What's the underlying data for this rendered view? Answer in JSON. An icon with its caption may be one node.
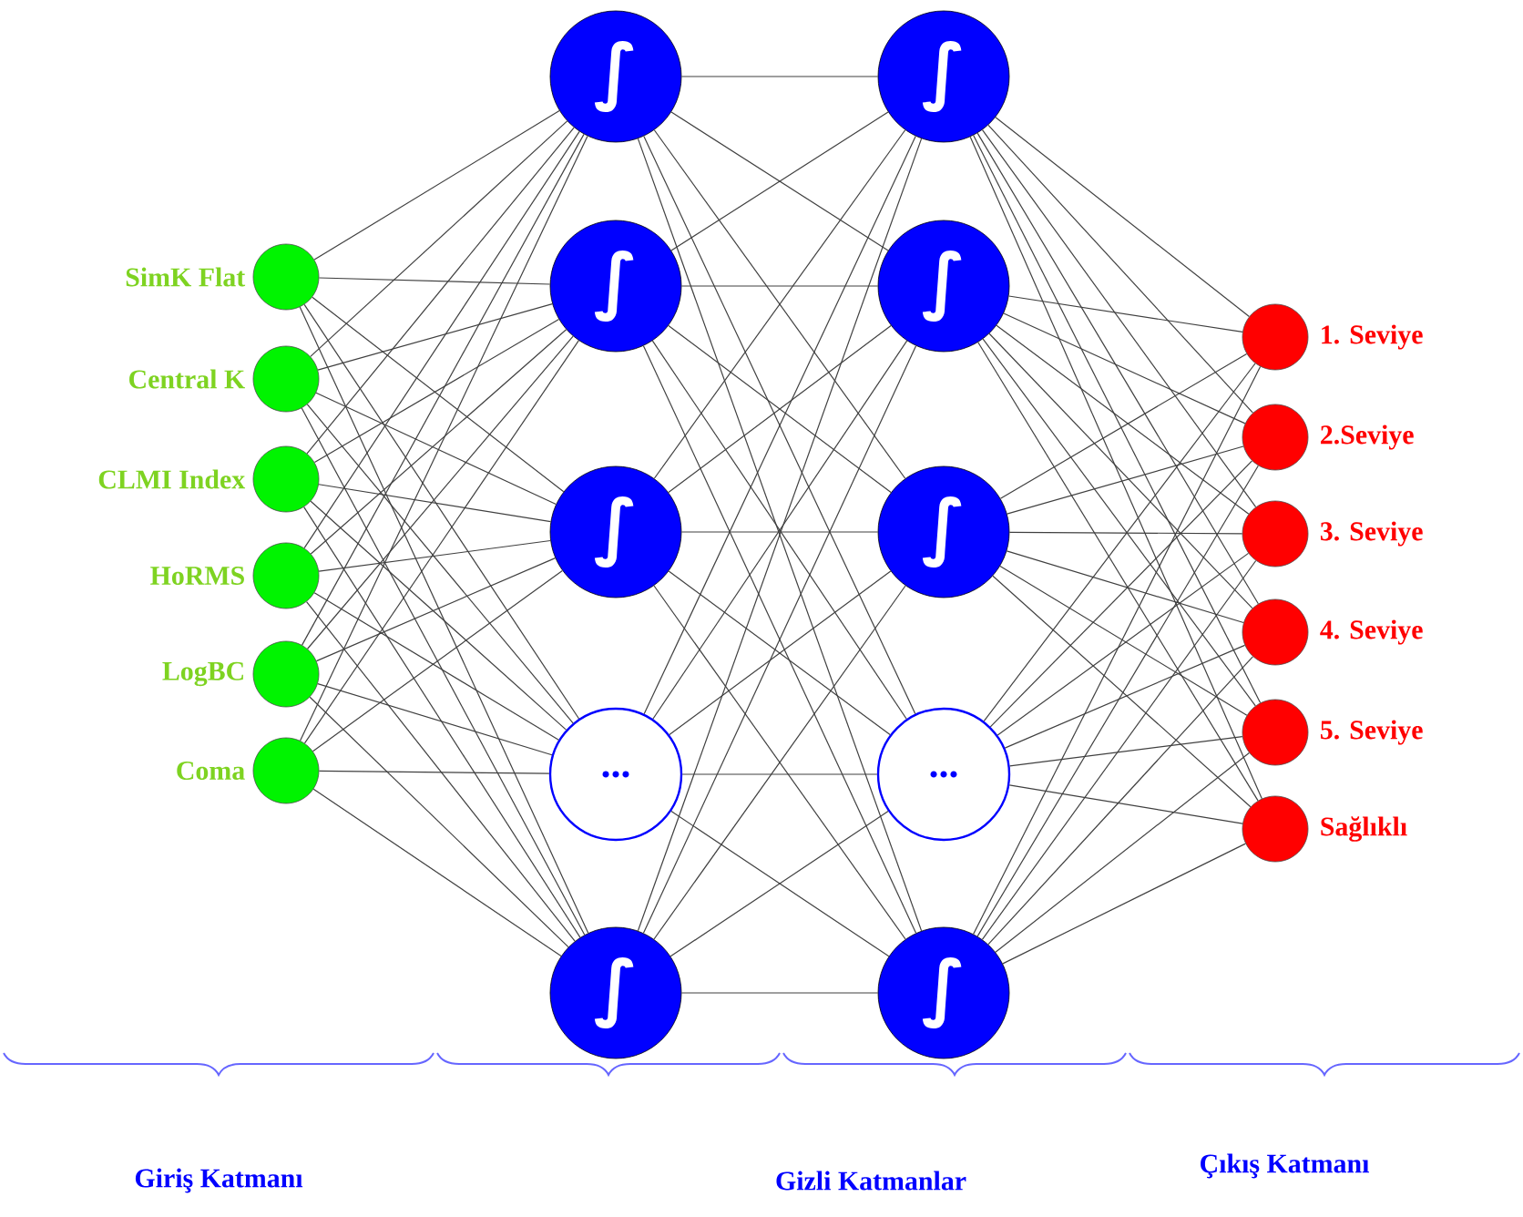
{
  "diagram": {
    "nodes": [
      {
        "text": [],
        "shape": "circle",
        "beside": [
          "SimK Flat"
        ]
      },
      {
        "text": [],
        "shape": "circle",
        "beside": [
          "Central K"
        ]
      },
      {
        "text": [],
        "shape": "circle",
        "beside": [
          "CLMI Index"
        ]
      },
      {
        "text": [],
        "shape": "circle",
        "beside": [
          "HoRMS"
        ]
      },
      {
        "text": [],
        "shape": "circle",
        "beside": [
          "LogBC"
        ]
      },
      {
        "text": [],
        "shape": "circle",
        "beside": [
          "Coma"
        ]
      },
      {
        "text": [
          "∫"
        ]
      },
      {
        "text": [
          "∫"
        ]
      },
      {
        "text": [
          "∫"
        ]
      },
      {
        "text": [
          "..."
        ]
      },
      {
        "text": [
          "∫"
        ]
      },
      {
        "text": [
          "∫"
        ]
      },
      {
        "text": [
          "∫"
        ]
      },
      {
        "text": [
          "∫"
        ]
      },
      {
        "text": [
          "..."
        ]
      },
      {
        "text": [
          "∫"
        ]
      },
      {
        "text": [],
        "shape": "circle",
        "beside": [
          "1. Seviye"
        ]
      },
      {
        "text": [],
        "shape": "circle",
        "beside": [
          "2.Seviye"
        ]
      },
      {
        "text": [],
        "shape": "circle",
        "beside": [
          "3. Seviye"
        ]
      },
      {
        "text": [],
        "shape": "circle",
        "beside": [
          "4. Seviye"
        ]
      },
      {
        "text": [],
        "shape": "circle",
        "beside": [
          "5. Seviye"
        ]
      },
      {
        "text": [],
        "shape": "circle",
        "beside": [
          "Sağlıklı"
        ]
      }
    ],
    "edges": [
      {
        "from": 0,
        "to": 6,
        "arrow": "none"
      },
      {
        "from": 0,
        "to": 7,
        "arrow": "none"
      },
      {
        "from": 0,
        "to": 8,
        "arrow": "none"
      },
      {
        "from": 0,
        "to": 9,
        "arrow": "none"
      },
      {
        "from": 0,
        "to": 10,
        "arrow": "none"
      },
      {
        "from": 1,
        "to": 6,
        "arrow": "none"
      },
      {
        "from": 1,
        "to": 7,
        "arrow": "none"
      },
      {
        "from": 1,
        "to": 8,
        "arrow": "none"
      },
      {
        "from": 1,
        "to": 9,
        "arrow": "none"
      },
      {
        "from": 1,
        "to": 10,
        "arrow": "none"
      },
      {
        "from": 2,
        "to": 6,
        "arrow": "none"
      },
      {
        "from": 2,
        "to": 7,
        "arrow": "none"
      },
      {
        "from": 2,
        "to": 8,
        "arrow": "none"
      },
      {
        "from": 2,
        "to": 9,
        "arrow": "none"
      },
      {
        "from": 2,
        "to": 10,
        "arrow": "none"
      },
      {
        "from": 3,
        "to": 6,
        "arrow": "none"
      },
      {
        "from": 3,
        "to": 7,
        "arrow": "none"
      },
      {
        "from": 3,
        "to": 8,
        "arrow": "none"
      },
      {
        "from": 3,
        "to": 9,
        "arrow": "none"
      },
      {
        "from": 3,
        "to": 10,
        "arrow": "none"
      },
      {
        "from": 4,
        "to": 6,
        "arrow": "none"
      },
      {
        "from": 4,
        "to": 7,
        "arrow": "none"
      },
      {
        "from": 4,
        "to": 8,
        "arrow": "none"
      },
      {
        "from": 4,
        "to": 9,
        "arrow": "none"
      },
      {
        "from": 4,
        "to": 10,
        "arrow": "none"
      },
      {
        "from": 5,
        "to": 6,
        "arrow": "none"
      },
      {
        "from": 5,
        "to": 7,
        "arrow": "none"
      },
      {
        "from": 5,
        "to": 8,
        "arrow": "none"
      },
      {
        "from": 5,
        "to": 9,
        "arrow": "none"
      },
      {
        "from": 5,
        "to": 10,
        "arrow": "none"
      },
      {
        "from": 6,
        "to": 11,
        "arrow": "none"
      },
      {
        "from": 6,
        "to": 12,
        "arrow": "none"
      },
      {
        "from": 6,
        "to": 13,
        "arrow": "none"
      },
      {
        "from": 6,
        "to": 14,
        "arrow": "none"
      },
      {
        "from": 6,
        "to": 15,
        "arrow": "none"
      },
      {
        "from": 7,
        "to": 11,
        "arrow": "none"
      },
      {
        "from": 7,
        "to": 12,
        "arrow": "none"
      },
      {
        "from": 7,
        "to": 13,
        "arrow": "none"
      },
      {
        "from": 7,
        "to": 14,
        "arrow": "none"
      },
      {
        "from": 7,
        "to": 15,
        "arrow": "none"
      },
      {
        "from": 8,
        "to": 11,
        "arrow": "none"
      },
      {
        "from": 8,
        "to": 12,
        "arrow": "none"
      },
      {
        "from": 8,
        "to": 13,
        "arrow": "none"
      },
      {
        "from": 8,
        "to": 14,
        "arrow": "none"
      },
      {
        "from": 8,
        "to": 15,
        "arrow": "none"
      },
      {
        "from": 9,
        "to": 11,
        "arrow": "none"
      },
      {
        "from": 9,
        "to": 12,
        "arrow": "none"
      },
      {
        "from": 9,
        "to": 13,
        "arrow": "none"
      },
      {
        "from": 9,
        "to": 14,
        "arrow": "none"
      },
      {
        "from": 9,
        "to": 15,
        "arrow": "none"
      },
      {
        "from": 10,
        "to": 11,
        "arrow": "none"
      },
      {
        "from": 10,
        "to": 12,
        "arrow": "none"
      },
      {
        "from": 10,
        "to": 13,
        "arrow": "none"
      },
      {
        "from": 10,
        "to": 14,
        "arrow": "none"
      },
      {
        "from": 10,
        "to": 15,
        "arrow": "none"
      },
      {
        "from": 11,
        "to": 16,
        "arrow": "none"
      },
      {
        "from": 11,
        "to": 17,
        "arrow": "none"
      },
      {
        "from": 11,
        "to": 18,
        "arrow": "none"
      },
      {
        "from": 11,
        "to": 19,
        "arrow": "none"
      },
      {
        "from": 11,
        "to": 20,
        "arrow": "none"
      },
      {
        "from": 11,
        "to": 21,
        "arrow": "none"
      },
      {
        "from": 12,
        "to": 16,
        "arrow": "none"
      },
      {
        "from": 12,
        "to": 17,
        "arrow": "none"
      },
      {
        "from": 12,
        "to": 18,
        "arrow": "none"
      },
      {
        "from": 12,
        "to": 19,
        "arrow": "none"
      },
      {
        "from": 12,
        "to": 20,
        "arrow": "none"
      },
      {
        "from": 12,
        "to": 21,
        "arrow": "none"
      },
      {
        "from": 13,
        "to": 16,
        "arrow": "none"
      },
      {
        "from": 13,
        "to": 17,
        "arrow": "none"
      },
      {
        "from": 13,
        "to": 18,
        "arrow": "none"
      },
      {
        "from": 13,
        "to": 19,
        "arrow": "none"
      },
      {
        "from": 13,
        "to": 20,
        "arrow": "none"
      },
      {
        "from": 13,
        "to": 21,
        "arrow": "none"
      },
      {
        "from": 14,
        "to": 16,
        "arrow": "none"
      },
      {
        "from": 14,
        "to": 17,
        "arrow": "none"
      },
      {
        "from": 14,
        "to": 18,
        "arrow": "none"
      },
      {
        "from": 14,
        "to": 19,
        "arrow": "none"
      },
      {
        "from": 14,
        "to": 20,
        "arrow": "none"
      },
      {
        "from": 14,
        "to": 21,
        "arrow": "none"
      },
      {
        "from": 15,
        "to": 16,
        "arrow": "none"
      },
      {
        "from": 15,
        "to": 17,
        "arrow": "none"
      },
      {
        "from": 15,
        "to": 18,
        "arrow": "none"
      },
      {
        "from": 15,
        "to": 19,
        "arrow": "none"
      },
      {
        "from": 15,
        "to": 20,
        "arrow": "none"
      },
      {
        "from": 15,
        "to": 21,
        "arrow": "none"
      }
    ],
    "labels": [
      "Giriş Katmanı",
      "Gizli Katmanlar",
      "Çıkış Katmanı"
    ]
  }
}
